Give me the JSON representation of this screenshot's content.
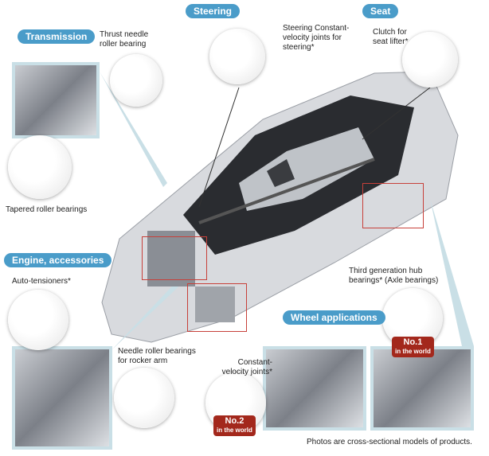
{
  "categories": {
    "transmission": "Transmission",
    "steering": "Steering",
    "seat": "Seat",
    "engine": "Engine, accessories",
    "wheel": "Wheel applications"
  },
  "products": {
    "thrust": "Thrust needle roller bearing",
    "tapered": "Tapered roller bearings",
    "steering_cvj": "Steering Constant-velocity joints for steering*",
    "clutch": "Clutch for seat lifter*",
    "auto_tensioners": "Auto-tensioners*",
    "needle_rocker": "Needle roller bearings for rocker arm",
    "cvj": "Constant-velocity joints*",
    "hub": "Third generation hub bearings* (Axle bearings)"
  },
  "rank_badges": {
    "no1": "No.1",
    "no1_sub": "in the world",
    "no2": "No.2",
    "no2_sub": "in the world"
  },
  "footnote": "Photos are cross-sectional models of products.",
  "colors": {
    "badge": "#4a9cc9",
    "rank": "#a3281c",
    "highlight": "#c7403a",
    "frame": "#c9dfe6"
  }
}
